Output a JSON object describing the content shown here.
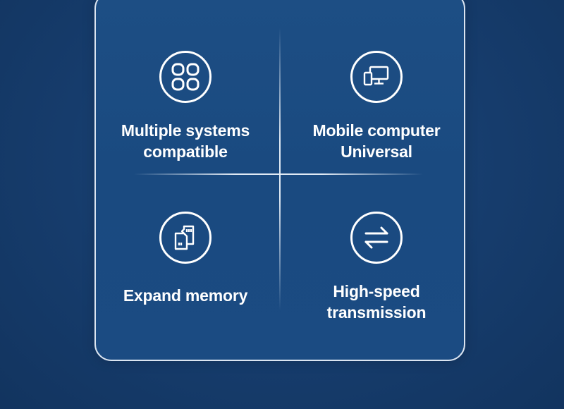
{
  "features": [
    {
      "icon": "grid-four-icon",
      "label_lines": [
        "Multiple systems",
        "compatible"
      ]
    },
    {
      "icon": "monitor-phone-icon",
      "label_lines": [
        "Mobile computer",
        "Universal"
      ]
    },
    {
      "icon": "memory-cards-icon",
      "label_lines": [
        "Expand memory"
      ]
    },
    {
      "icon": "transfer-arrows-icon",
      "label_lines": [
        "High-speed",
        "transmission"
      ]
    }
  ],
  "colors": {
    "background": "#163c6c",
    "panel": "#1b4b82",
    "panel_border": "#dbe5f1",
    "text": "#ffffff"
  }
}
